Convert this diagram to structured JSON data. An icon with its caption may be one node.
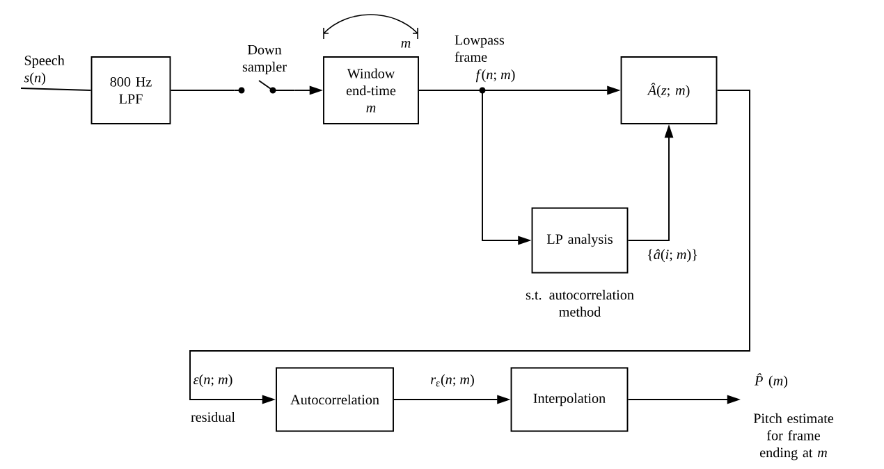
{
  "diagram": {
    "nodes": [
      {
        "text": [
          "Speech",
          "*s*(*n*)"
        ]
      },
      {
        "text": [
          "800 Hz LPF"
        ]
      },
      {
        "text": [
          "Down sampler"
        ]
      },
      {
        "text": [
          "Window end-time",
          "m"
        ],
        "beside": [
          "m"
        ]
      },
      {
        "text": [
          "*Â*(*z*; *m*)"
        ]
      },
      {
        "text": [
          "LP analysis"
        ],
        "beside": [
          "s.t. autocorrelation method"
        ]
      },
      {
        "text": [
          "Autocorrelation"
        ]
      },
      {
        "text": [
          "Interpolation"
        ]
      },
      {
        "text": [
          "Pitch estimate for frame ending at *m*"
        ]
      }
    ],
    "edges": [
      {
        "from": 0,
        "to": 1,
        "arrow": "none"
      },
      {
        "from": 1,
        "to": 2,
        "arrow": "none"
      },
      {
        "from": 2,
        "to": 3,
        "arrow": "to"
      },
      {
        "from": 3,
        "to": 4,
        "arrow": "to",
        "label": "*f*(*n*; *m*)"
      },
      {
        "from": 3,
        "to": 5,
        "arrow": "to"
      },
      {
        "from": 5,
        "to": 4,
        "arrow": "to",
        "label": "{*â*(*i*; *m*)}"
      },
      {
        "from": 4,
        "to": 6,
        "arrow": "to",
        "label": "*ε*(*n*; *m*)"
      },
      {
        "from": 6,
        "to": 7,
        "arrow": "to",
        "label": "*r*$_{ε}$(*n*; *m*)"
      },
      {
        "from": 7,
        "to": 8,
        "arrow": "to",
        "label": "*P̂*(*m*)"
      }
    ],
    "labels": [
      "Lowpass frame",
      "residual"
    ]
  }
}
